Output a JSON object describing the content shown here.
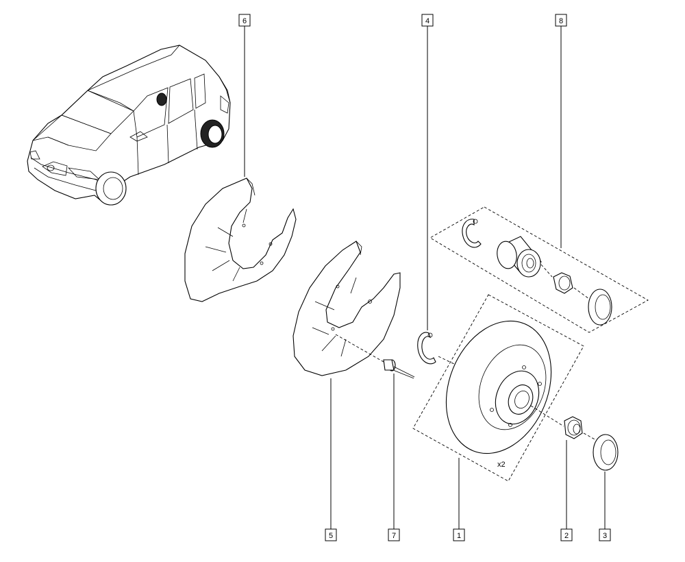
{
  "callouts": {
    "c1": "1",
    "c2": "2",
    "c3": "3",
    "c4": "4",
    "c5": "5",
    "c6": "6",
    "c7": "7",
    "c8": "8"
  },
  "quantity_label": "x2"
}
